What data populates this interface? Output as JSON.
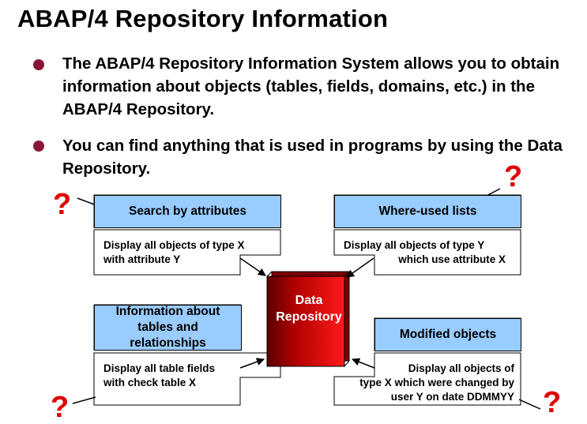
{
  "title": "ABAP/4 Repository Information",
  "bullets": [
    "The ABAP/4 Repository Information System allows you to obtain information about objects (tables, fields, domains, etc.) in the ABAP/4 Repository.",
    "You can find anything that is used in programs by using the Data Repository."
  ],
  "center": {
    "line1": "Data",
    "line2": "Repository"
  },
  "panels": {
    "search": {
      "title": "Search by attributes",
      "line1": "Display all objects of type X",
      "line2": "with attribute Y"
    },
    "where_used": {
      "title": "Where-used lists",
      "line1": "Display all objects of type Y",
      "line2": "which use attribute X"
    },
    "info": {
      "title_line1": "Information about",
      "title_line2": "tables and",
      "title_line3": "relationships",
      "line1": "Display all table fields",
      "line2": "with check table X"
    },
    "modified": {
      "title": "Modified objects",
      "line1": "Display all objects of",
      "line2": "type X which were changed by",
      "line3": "user Y on date DDMMYY"
    }
  },
  "question_mark": "?",
  "colors": {
    "heading_fill": "#99ccff",
    "bullet": "#8a1538",
    "question": "#e00000",
    "book": "#c00000"
  }
}
